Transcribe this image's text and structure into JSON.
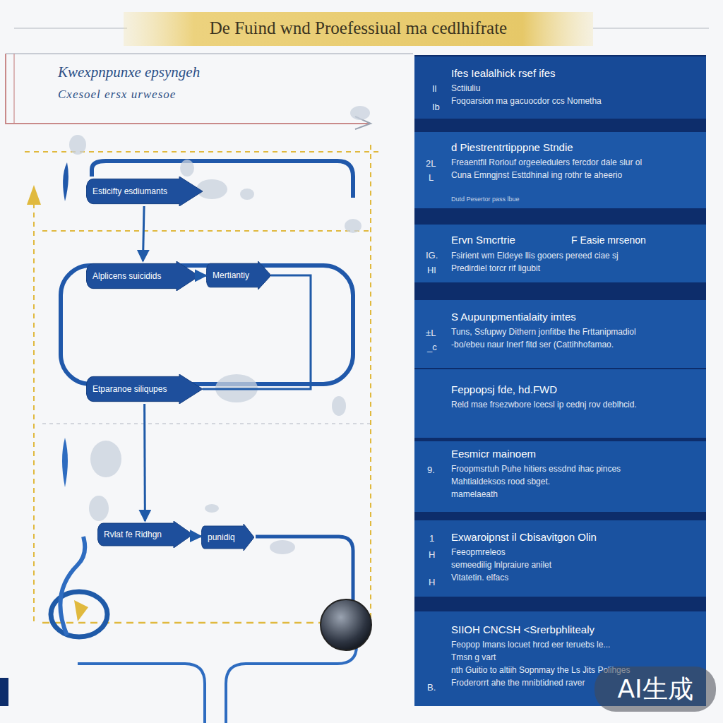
{
  "diagram": {
    "title": "De Fuind wnd Proefessiual ma cedlhifrate",
    "nodes": [
      {
        "text": [
          "Esticifty esdiumants"
        ]
      },
      {
        "text": [
          "Alplicens suicidids"
        ]
      },
      {
        "text": [
          "Mertiantiy"
        ]
      },
      {
        "text": [
          "Etparanoe siliqupes"
        ]
      },
      {
        "text": [
          "Rvlat fe Ridhgn"
        ]
      },
      {
        "text": [
          "punidiq"
        ]
      },
      {
        "text": [
          "Ifes Iealalhick rsef ifes",
          "Sctiiuliu",
          "Foqoarsion ma gacuocdor ccs Nometha"
        ]
      },
      {
        "text": [
          "d Piestrentrtipppne Stndie",
          "Freaentfil Roriouf orgeeledulers fercdor dale slur ol",
          "Cuna Emngjnst Esttdhinal ing rothr te aheerio",
          "Dutd Pesertor pass lbue"
        ]
      },
      {
        "text": [
          "Ervn Smcrtrie",
          "F Easie mrsenon",
          "Fsirient wm Eldeye llis gooers pereed ciae sj",
          "Predirdiel torcr rif ligubit"
        ]
      },
      {
        "text": [
          "S Aupunpmentialaity imtes",
          "Tuns, Ssfupwy Dithern jonfitbe the Frttanipmadiol",
          "-bo/ebeu naur Inerf fitd ser (Cattihhofamao."
        ]
      },
      {
        "text": [
          "Feppopsj fde, hd.FWD",
          "Reld mae frsezwbore lcecsl ip cednj rov deblhcid."
        ]
      },
      {
        "text": [
          "Eesmicr mainoem",
          "Froopmsrtuh Puhe hitiers essdnd ihac pinces",
          "Mahtialdeksos rood sbget.",
          "mamelaeath"
        ]
      },
      {
        "text": [
          "Exwaroipnst il Cbisavitgon Olin",
          "Feeopmreleos",
          "semeedilig lnlpraiure anilet",
          "Vitatetin. elfacs"
        ]
      },
      {
        "text": [
          "SIIOH CNCSH <Srerbphlitealy",
          "Feopop Imans locuet hrcd eer teruebs le...",
          "Tmsn g vart",
          "nth Guitio to altiih Sopnmay the Ls Jits Polihges",
          "Froderorrt ahe the mnibtidned raver"
        ]
      }
    ],
    "edges": [
      {
        "from": 0,
        "to": 1,
        "arrow": "to"
      },
      {
        "from": 1,
        "to": 2,
        "arrow": "to"
      },
      {
        "from": 2,
        "to": 3,
        "arrow": "none"
      },
      {
        "from": 3,
        "to": 4,
        "arrow": "to"
      },
      {
        "from": 4,
        "to": 5,
        "arrow": "to"
      }
    ],
    "labels": [
      "Kwexpnpunxe epsyngeh",
      "Cxesoel ersx urwesoe",
      "Il",
      "Ib",
      "2L",
      "L",
      "IG.",
      "Hl",
      "±L",
      "_c",
      "9.",
      "1",
      "H",
      "H",
      "B.",
      "AI生成"
    ]
  }
}
